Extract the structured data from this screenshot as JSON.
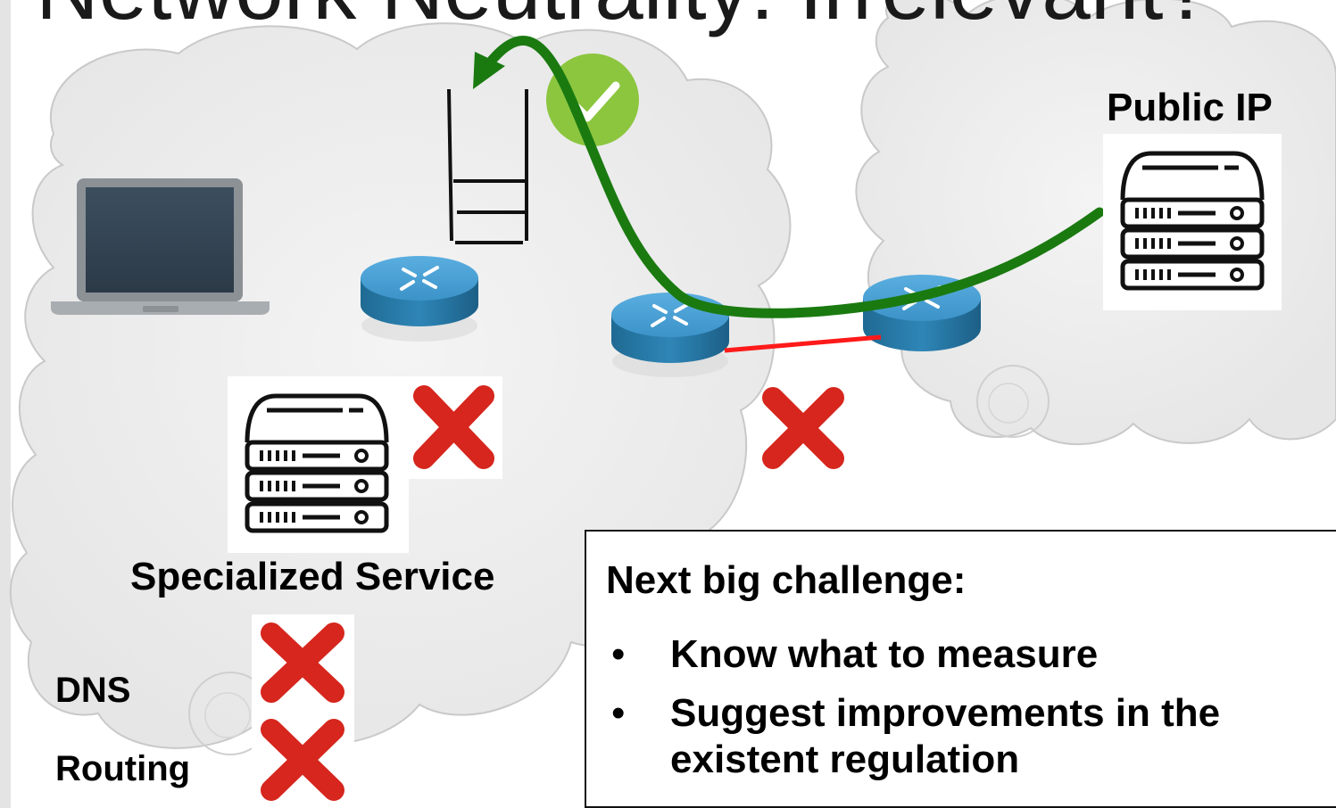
{
  "slide": {
    "title": "Network Neutrality: Irrelevant?"
  },
  "labels": {
    "public_ip": "Public IP",
    "specialized_service": "Specialized Service",
    "dns": "DNS",
    "routing": "Routing"
  },
  "challenge": {
    "heading": "Next big challenge:",
    "bullet_symbol": "•",
    "items": [
      "Know what to measure",
      "Suggest improvements in the existent regulation"
    ]
  },
  "colors": {
    "cloud_fill": "#eeeeee",
    "cloud_stroke": "#c9c9c9",
    "path_green": "#1a7a10",
    "check_green": "#8cc63f",
    "link_red": "#ff1a1a",
    "cross_red": "#e0201b",
    "router_blue": "#2e86b7"
  }
}
